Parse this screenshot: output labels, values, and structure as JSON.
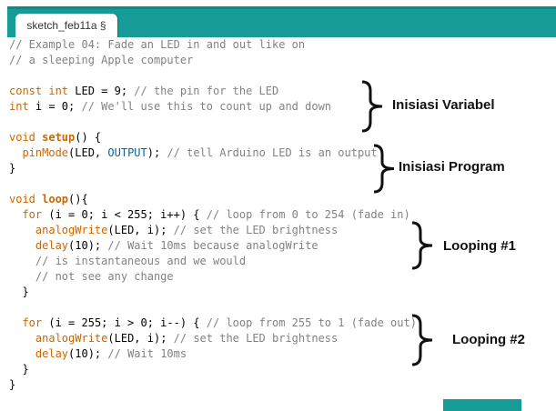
{
  "window": {
    "tab_label": "sketch_feb11a §"
  },
  "colors": {
    "header_teal": "#179B96",
    "header_teal_dark": "#0D8A86",
    "keyword_orange": "#CC6600",
    "constant_blue": "#006699",
    "comment_gray": "#828282",
    "code_black": "#000000",
    "annotation_black": "#111111"
  },
  "code": {
    "lines": [
      [
        [
          "cm",
          "// Example 04: Fade an LED in and out like on"
        ]
      ],
      [
        [
          "cm",
          "// a sleeping Apple computer"
        ]
      ],
      [],
      [
        [
          "kw",
          "const int"
        ],
        [
          "pl",
          " LED = 9; "
        ],
        [
          "cm",
          "// the pin for the LED"
        ]
      ],
      [
        [
          "kw",
          "int"
        ],
        [
          "pl",
          " i = 0; "
        ],
        [
          "cm",
          "// We'll use this to count up and down"
        ]
      ],
      [],
      [
        [
          "kw",
          "void "
        ],
        [
          "kwb",
          "setup"
        ],
        [
          "pl",
          "() {"
        ]
      ],
      [
        [
          "pl",
          "  "
        ],
        [
          "kw",
          "pinMode"
        ],
        [
          "pl",
          "(LED, "
        ],
        [
          "ct",
          "OUTPUT"
        ],
        [
          "pl",
          "); "
        ],
        [
          "cm",
          "// tell Arduino LED is an output"
        ]
      ],
      [
        [
          "pl",
          "}"
        ]
      ],
      [],
      [
        [
          "kw",
          "void "
        ],
        [
          "kwb",
          "loop"
        ],
        [
          "pl",
          "(){"
        ]
      ],
      [
        [
          "pl",
          "  "
        ],
        [
          "kw",
          "for"
        ],
        [
          "pl",
          " (i = 0; i < 255; i++) { "
        ],
        [
          "cm",
          "// loop from 0 to 254 (fade in)"
        ]
      ],
      [
        [
          "pl",
          "    "
        ],
        [
          "kw",
          "analogWrite"
        ],
        [
          "pl",
          "(LED, i); "
        ],
        [
          "cm",
          "// set the LED brightness"
        ]
      ],
      [
        [
          "pl",
          "    "
        ],
        [
          "kw",
          "delay"
        ],
        [
          "pl",
          "(10); "
        ],
        [
          "cm",
          "// Wait 10ms because analogWrite"
        ]
      ],
      [
        [
          "pl",
          "    "
        ],
        [
          "cm",
          "// is instantaneous and we would"
        ]
      ],
      [
        [
          "pl",
          "    "
        ],
        [
          "cm",
          "// not see any change"
        ]
      ],
      [
        [
          "pl",
          "  }"
        ]
      ],
      [],
      [
        [
          "pl",
          "  "
        ],
        [
          "kw",
          "for"
        ],
        [
          "pl",
          " (i = 255; i > 0; i--) { "
        ],
        [
          "cm",
          "// loop from 255 to 1 (fade out)"
        ]
      ],
      [
        [
          "pl",
          "    "
        ],
        [
          "kw",
          "analogWrite"
        ],
        [
          "pl",
          "(LED, i); "
        ],
        [
          "cm",
          "// set the LED brightness"
        ]
      ],
      [
        [
          "pl",
          "    "
        ],
        [
          "kw",
          "delay"
        ],
        [
          "pl",
          "(10); "
        ],
        [
          "cm",
          "// Wait 10ms"
        ]
      ],
      [
        [
          "pl",
          "  }"
        ]
      ],
      [
        [
          "pl",
          "}"
        ]
      ]
    ]
  },
  "annotations": [
    {
      "label": "Inisiasi Variabel"
    },
    {
      "label": "Inisiasi Program"
    },
    {
      "label": "Looping #1"
    },
    {
      "label": "Looping #2"
    }
  ]
}
